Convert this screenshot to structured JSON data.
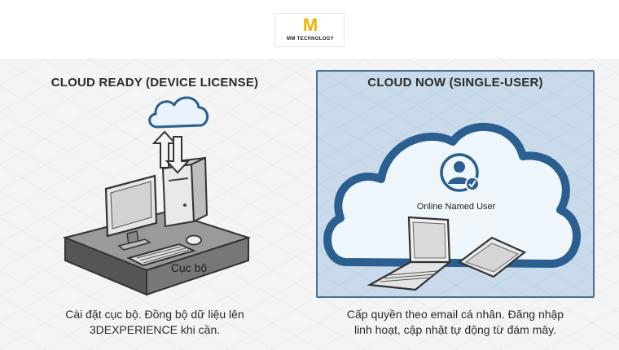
{
  "logo": {
    "mark": "M",
    "text": "MM TECHNOLOGY"
  },
  "left": {
    "title": "CLOUD READY (DEVICE LICENSE)",
    "device_label": "Cục bộ",
    "caption_line1": "Cài đặt cục bộ. Đồng bộ dữ liệu lên",
    "caption_line2": "3DEXPERIENCE khi cần."
  },
  "right": {
    "title": "CLOUD NOW (SINGLE-USER)",
    "user_label": "Online Named User",
    "caption_line1": "Cấp quyền theo email cá nhân. Đăng nhập",
    "caption_line2": "linh hoạt, cập nhật tự động từ đám mây."
  },
  "colors": {
    "accent_blue": "#2a5f8f",
    "cloud_fill": "#eef5fb",
    "panel_fill": "#c9dbea",
    "logo_gold": "#f2b400"
  }
}
